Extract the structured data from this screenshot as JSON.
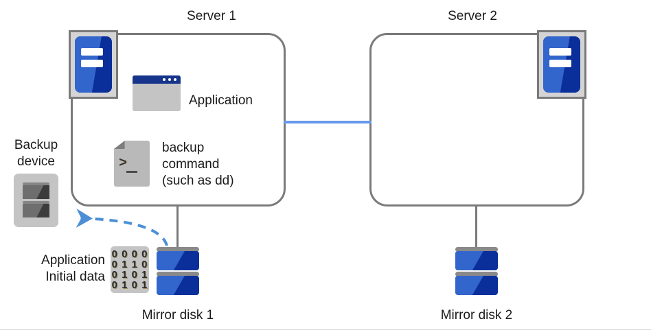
{
  "diagram": {
    "title_server1": "Server 1",
    "title_server2": "Server 2",
    "backup_device_line1": "Backup",
    "backup_device_line2": "device",
    "application_label": "Application",
    "backup_cmd_line1": "backup",
    "backup_cmd_line2": "command",
    "backup_cmd_line3": "(such as dd)",
    "initial_data_line1": "Application",
    "initial_data_line2": "Initial data",
    "mirror_disk1": "Mirror disk 1",
    "mirror_disk2": "Mirror disk 2",
    "cmd_prompt_glyph": ">",
    "bits": [
      "0 0 0 0",
      "0 1 1 0",
      "0 1 0 1",
      "0 1 0 1"
    ]
  },
  "colors": {
    "blue_light": "#3366CC",
    "blue_dark": "#0A2F9B",
    "interconnect": "#6699EE",
    "arrow_dashed": "#4C8FD6",
    "border_gray": "#7A7A7A",
    "icon_fill_gray": "#C4C4C4",
    "titlebar_navy": "#16348C",
    "text": "#1A1A1A",
    "background": "#FFFFFF"
  }
}
